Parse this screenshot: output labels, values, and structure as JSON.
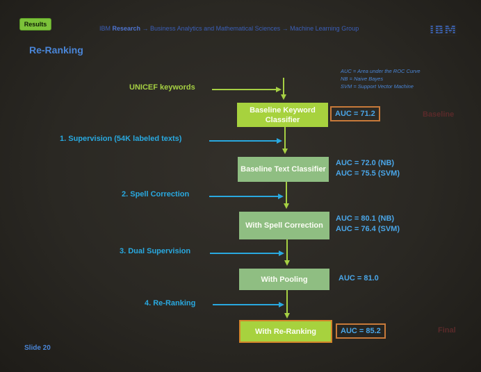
{
  "badge": "Results",
  "breadcrumb": {
    "part1": "IBM ",
    "part2": "Research",
    "part3": " → Business Analytics and Mathematical Sciences → Machine Learning Group"
  },
  "logo": "IBM",
  "title": "Re-Ranking",
  "legend": [
    "AUC = Area under the ROC Curve",
    "NB = Naive Bayes",
    "SVM = Support Vector Machine"
  ],
  "inputs": {
    "unicef": "UNICEF keywords",
    "supervision": "1. Supervision (54K labeled texts)",
    "spell": "2. Spell Correction",
    "dual": "3. Dual Supervision",
    "reranking": "4. Re-Ranking"
  },
  "boxes": {
    "baseline_keyword": "Baseline Keyword Classifier",
    "baseline_text": "Baseline Text Classifier",
    "spell_correction": "With Spell Correction",
    "pooling": "With Pooling",
    "reranking": "With Re-Ranking"
  },
  "auc": {
    "baseline_keyword": "AUC = 71.2",
    "baseline_text_nb": "AUC = 72.0 (NB)",
    "baseline_text_svm": "AUC = 75.5 (SVM)",
    "spell_nb": "AUC = 80.1 (NB)",
    "spell_svm": "AUC = 76.4 (SVM)",
    "pooling": "AUC = 81.0",
    "reranking": "AUC = 85.2"
  },
  "side_labels": {
    "baseline": "Baseline",
    "final": "Final"
  },
  "slide_number": "Slide 20",
  "colors": {
    "box_green": "#a7d23e",
    "input_green": "#a6d043",
    "input_cyan": "#29a9e0",
    "auc_blue": "#4aa6e8",
    "highlight_border": "#c87a3a"
  }
}
